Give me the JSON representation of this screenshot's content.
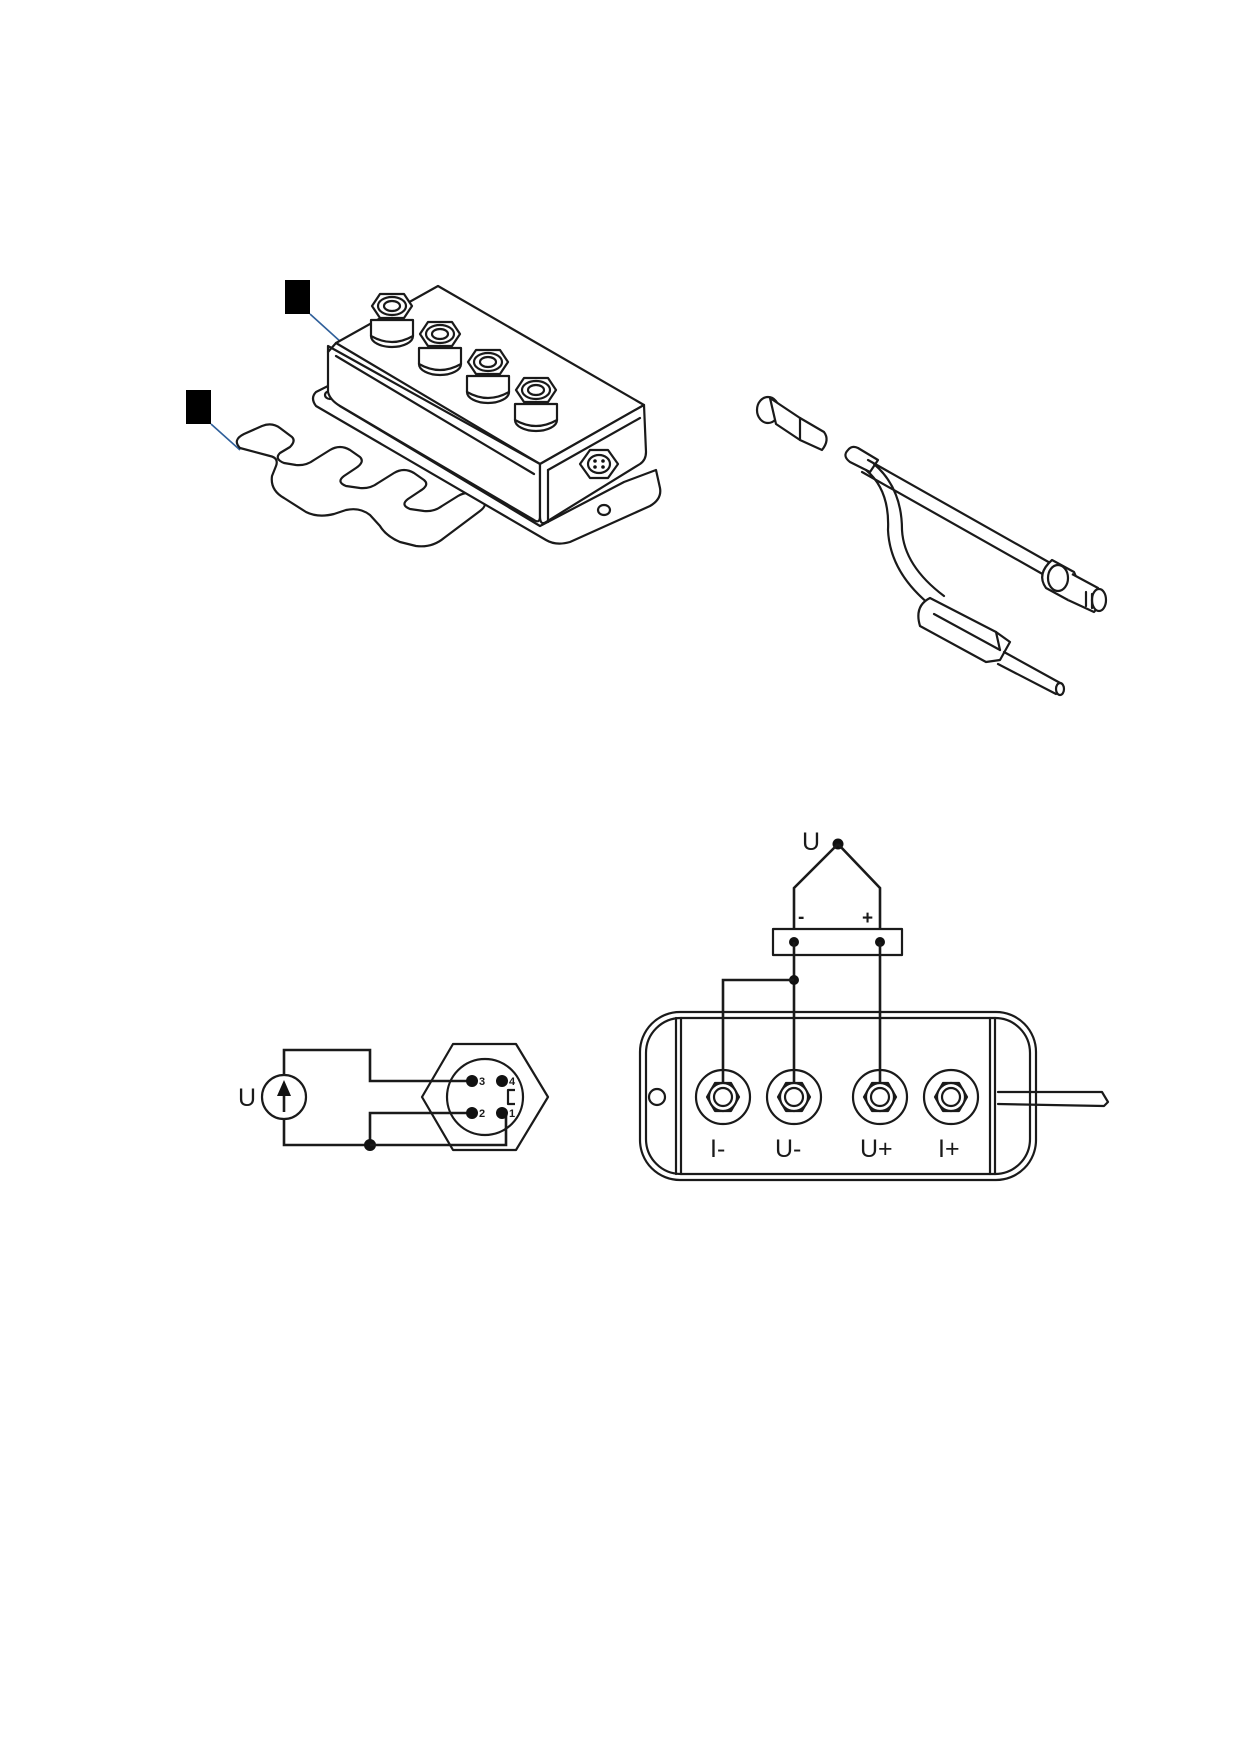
{
  "figure": {
    "box_terminal_labels": [
      "I-",
      "U-",
      "U+",
      "I+"
    ],
    "voltage_label_box": "U",
    "voltage_label_connector": "U",
    "polarity_minus": "-",
    "polarity_plus": "+",
    "connector_pins": [
      "3",
      "4",
      "2",
      "1"
    ]
  },
  "colors": {
    "line": "#1a1a1a",
    "leader": "#2f5f9a",
    "marker": "#000000"
  }
}
